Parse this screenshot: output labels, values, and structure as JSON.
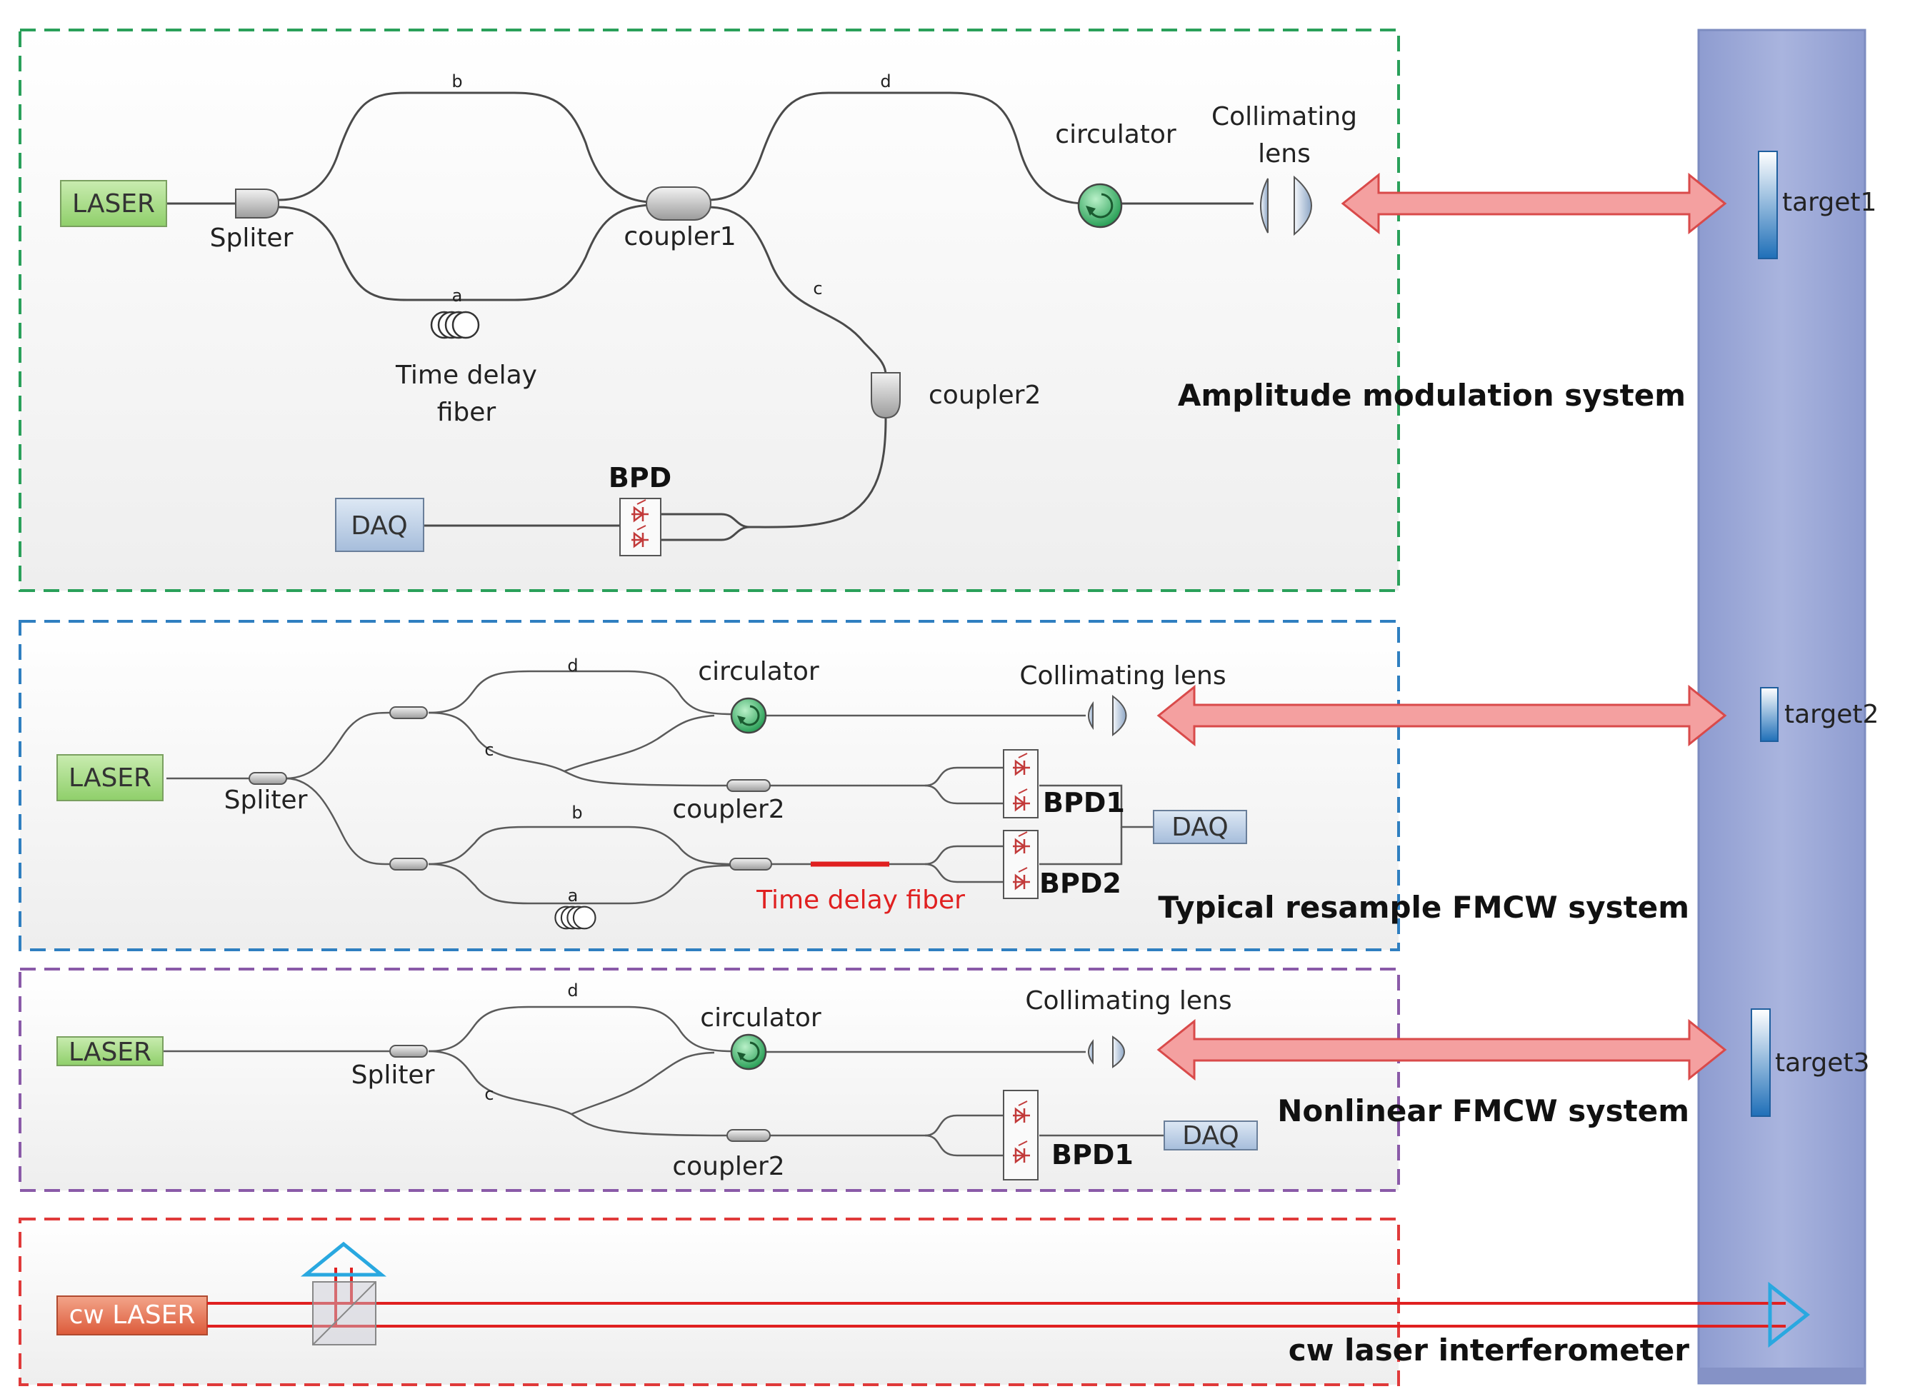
{
  "sections": {
    "am": {
      "title": "Amplitude modulation system",
      "border_color": "#2aa05a",
      "laser": "LASER",
      "spliter": "Spliter",
      "coupler1": "coupler1",
      "coupler2": "coupler2",
      "circulator": "circulator",
      "lens_line1": "Collimating",
      "lens_line2": "lens",
      "delay_line1": "Time delay",
      "delay_line2": "fiber",
      "bpd": "BPD",
      "daq": "DAQ",
      "arm_a": "a",
      "arm_b": "b",
      "arm_c": "c",
      "arm_d": "d"
    },
    "fmcw": {
      "title": "Typical resample FMCW system",
      "border_color": "#2f7fc0",
      "laser": "LASER",
      "spliter": "Spliter",
      "coupler2": "coupler2",
      "circulator": "circulator",
      "lens": "Collimating lens",
      "delay": "Time delay fiber",
      "bpd1": "BPD1",
      "bpd2": "BPD2",
      "daq": "DAQ",
      "arm_a": "a",
      "arm_b": "b",
      "arm_c": "c",
      "arm_d": "d"
    },
    "nl": {
      "title": "Nonlinear FMCW system",
      "border_color": "#8a5aa8",
      "laser": "LASER",
      "spliter": "Spliter",
      "coupler2": "coupler2",
      "circulator": "circulator",
      "lens": "Collimating lens",
      "bpd1": "BPD1",
      "daq": "DAQ",
      "arm_c": "c",
      "arm_d": "d"
    },
    "cw": {
      "title": "cw laser interferometer",
      "border_color": "#e03a3a",
      "laser": "cw LASER"
    }
  },
  "targets": [
    "target1",
    "target2",
    "target3"
  ],
  "colors": {
    "laser_fill": "#a9d98a",
    "cw_laser_fill": "#e8745a",
    "daq_fill": "#b8cce4",
    "panel_fill": "#9aa8d6",
    "arrow_red": "#f08a8a",
    "delay_red": "#e02020",
    "circulator_green": "#3cb56a",
    "retro_cyan": "#29a8e0"
  }
}
